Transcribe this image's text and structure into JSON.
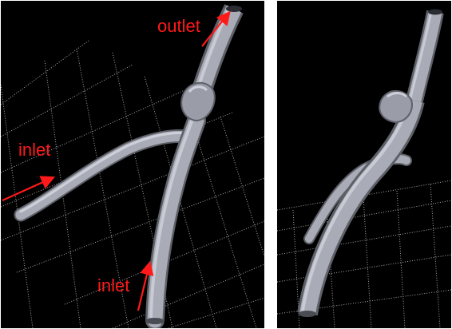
{
  "labels": {
    "outlet": "outlet",
    "inlet_left": "inlet",
    "inlet_bottom": "inlet"
  },
  "colors": {
    "background": "#000000",
    "grid": "#c8c8c8",
    "vessel": "#a9acb6",
    "annotation": "#ff1a1a"
  }
}
